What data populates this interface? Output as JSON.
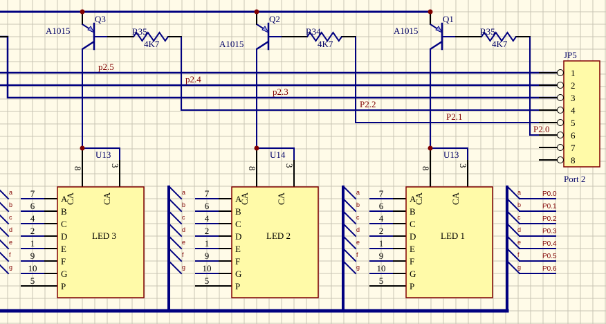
{
  "schematic": {
    "transistors": [
      {
        "ref": "Q3",
        "part": "A1015",
        "resistor_ref": "R35",
        "resistor_value": "4K7"
      },
      {
        "ref": "Q2",
        "part": "A1015",
        "resistor_ref": "R34",
        "resistor_value": "4K7"
      },
      {
        "ref": "Q1",
        "part": "A1015",
        "resistor_ref": "R35",
        "resistor_value": "4K7"
      }
    ],
    "nets": {
      "p25": "p2.5",
      "p24": "p2.4",
      "p23": "p2.3",
      "p22": "P2.2",
      "p21": "P2.1",
      "p20": "P2.0"
    },
    "connector": {
      "ref": "JP5",
      "name": "Port 2",
      "pins": [
        "1",
        "2",
        "3",
        "4",
        "5",
        "6",
        "7",
        "8"
      ]
    },
    "displays": [
      {
        "ref": "U13",
        "name": "LED 3",
        "pin_left": "8",
        "pin_right": "3",
        "ca_label": "CA"
      },
      {
        "ref": "U14",
        "name": "LED 2",
        "pin_left": "8",
        "pin_right": "3",
        "ca_label": "CA"
      },
      {
        "ref": "U13",
        "name": "LED 1",
        "pin_left": "8",
        "pin_right": "3",
        "ca_label": "CA"
      }
    ],
    "segments": {
      "letters": [
        "A",
        "B",
        "C",
        "D",
        "E",
        "F",
        "G",
        "P"
      ],
      "pin_numbers": [
        "7",
        "6",
        "4",
        "2",
        "1",
        "9",
        "10",
        "5"
      ],
      "bus_labels": [
        "a",
        "b",
        "c",
        "d",
        "e",
        "f",
        "g"
      ]
    },
    "port0_nets": [
      "P0.0",
      "P0.1",
      "P0.2",
      "P0.3",
      "P0.4",
      "P0.5",
      "P0.6"
    ]
  }
}
